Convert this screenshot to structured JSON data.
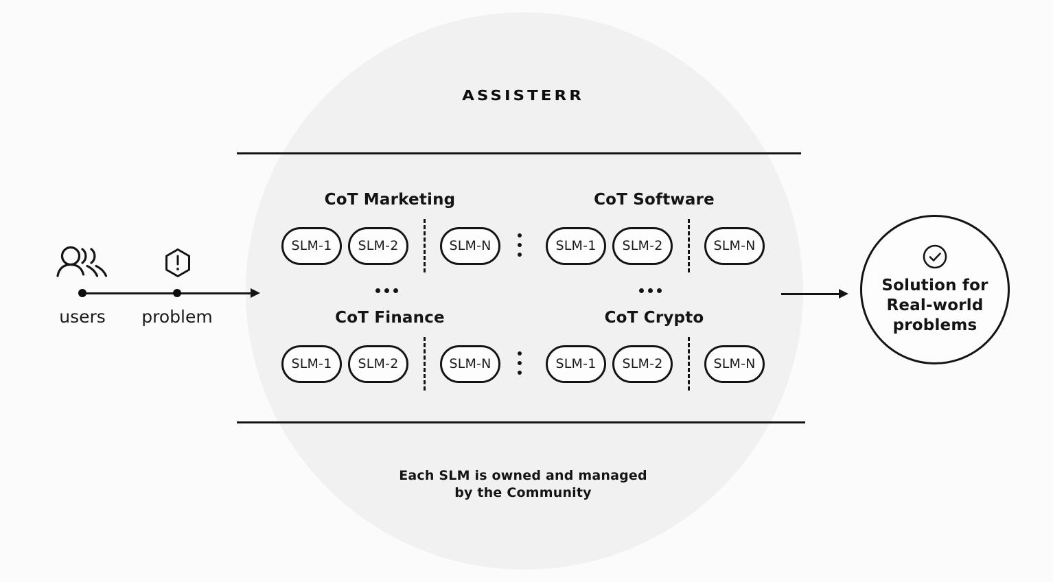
{
  "brand": {
    "logo_text": "ASSISTERR"
  },
  "left_flow": {
    "users_label": "users",
    "problem_label": "problem",
    "icons": [
      "users-icon",
      "problem-alert-hexagon-icon",
      "arrow-right-icon"
    ]
  },
  "network": {
    "groups": [
      {
        "id": "marketing",
        "title": "CoT Marketing",
        "pills": [
          "SLM-1",
          "SLM-2",
          "SLM-N"
        ]
      },
      {
        "id": "software",
        "title": "CoT Software",
        "pills": [
          "SLM-1",
          "SLM-2",
          "SLM-N"
        ]
      },
      {
        "id": "finance",
        "title": "CoT Finance",
        "pills": [
          "SLM-1",
          "SLM-2",
          "SLM-N"
        ]
      },
      {
        "id": "crypto",
        "title": "CoT Crypto",
        "pills": [
          "SLM-1",
          "SLM-2",
          "SLM-N"
        ]
      }
    ],
    "caption_lines": [
      "Each SLM is owned and managed",
      "by the Community"
    ]
  },
  "solution": {
    "lines": [
      "Solution for",
      "Real-world",
      "problems"
    ],
    "icon": "check-circle-icon"
  },
  "colors": {
    "background": "#fbfbfb",
    "community_circle_fill": "#f1f1f2",
    "ink": "#141414",
    "node_fill": "#fdfdfd"
  }
}
